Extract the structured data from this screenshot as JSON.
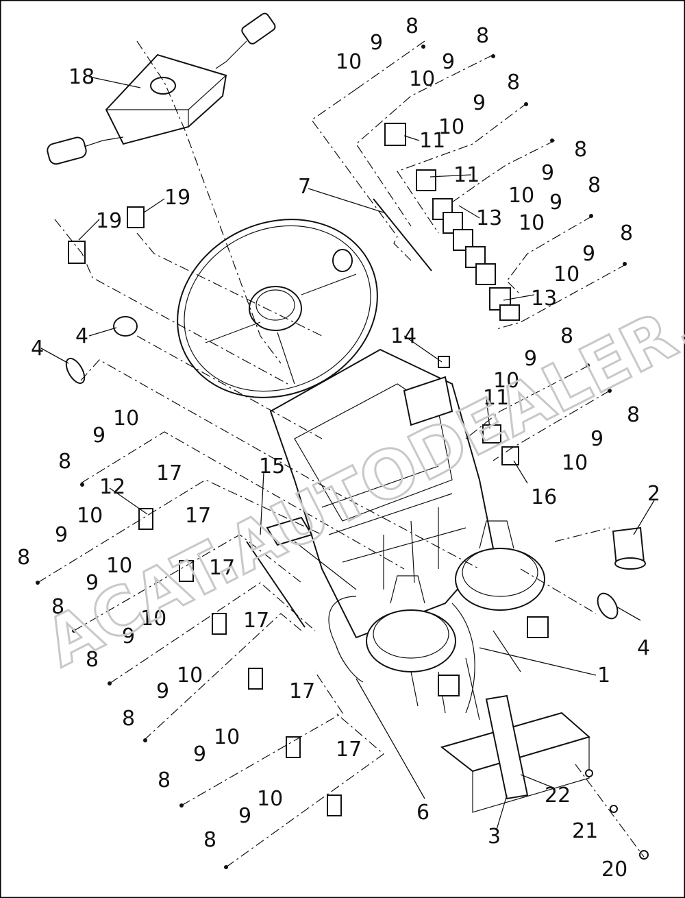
{
  "watermark": {
    "line1": "ACAT.AUTODEALER.RU",
    "color": "#c0c0c0"
  },
  "part_numbers": {
    "p1": "1",
    "p2": "2",
    "p3": "3",
    "p4": "4",
    "p6": "6",
    "p7": "7",
    "p8": "8",
    "p9": "9",
    "p10": "10",
    "p11": "11",
    "p12": "12",
    "p13": "13",
    "p14": "14",
    "p15": "15",
    "p16": "16",
    "p17": "17",
    "p18": "18",
    "p19": "19",
    "p20": "20",
    "p21": "21",
    "p22": "22"
  },
  "colors": {
    "ink": "#111111",
    "background": "#ffffff"
  }
}
